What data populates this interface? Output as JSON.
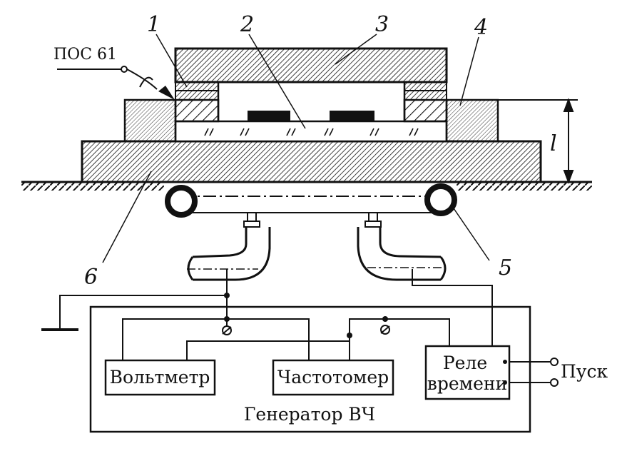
{
  "labels": {
    "solder": "ПОС 61",
    "n1": "1",
    "n2": "2",
    "n3": "3",
    "n4": "4",
    "n5": "5",
    "n6": "6",
    "dim_l": "l"
  },
  "blocks": {
    "voltmeter": "Вольтметр",
    "freq_meter": "Частотомер",
    "relay_line1": "Реле",
    "relay_line2": "времени",
    "generator": "Генератор ВЧ",
    "start": "Пуск"
  },
  "colors": {
    "ink": "#111111",
    "paper": "#ffffff"
  }
}
